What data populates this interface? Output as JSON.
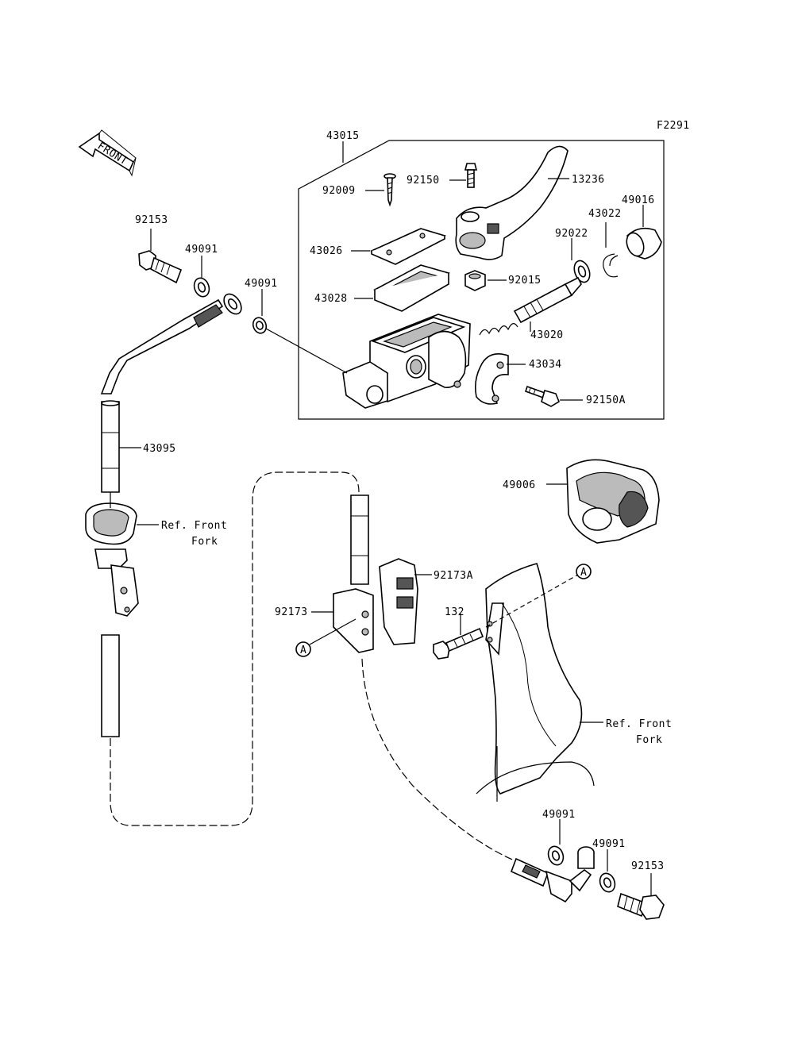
{
  "figure_code": "F2291",
  "front_arrow_text": "FRONT",
  "part_labels": {
    "p43015": "43015",
    "p92009": "92009",
    "p92150": "92150",
    "p13236": "13236",
    "p49016": "49016",
    "p43022": "43022",
    "p92022": "92022",
    "p43026": "43026",
    "p43028": "43028",
    "p92015": "92015",
    "p43020": "43020",
    "p43034": "43034",
    "p92150A": "92150A",
    "p92153_top": "92153",
    "p49091_top_a": "49091",
    "p49091_top_b": "49091",
    "p43095": "43095",
    "p49006": "49006",
    "p92173A": "92173A",
    "p92173": "92173",
    "p132": "132",
    "p49091_bot_a": "49091",
    "p49091_bot_b": "49091",
    "p92153_bot": "92153"
  },
  "ref_labels": {
    "ref1_line1": "Ref. Front",
    "ref1_line2": "Fork",
    "ref2_line1": "Ref. Front",
    "ref2_line2": "Fork"
  },
  "callouts": {
    "a_left": "A",
    "a_right": "A"
  }
}
